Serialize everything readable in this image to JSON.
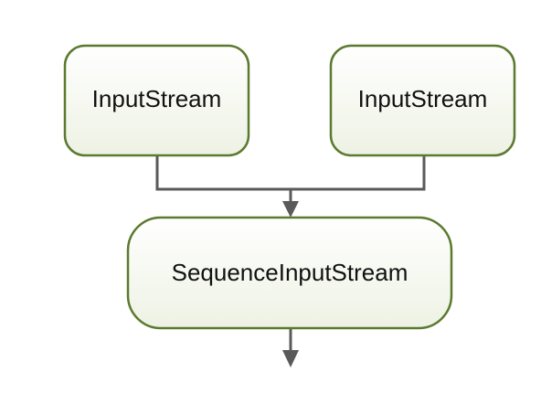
{
  "nodes": {
    "input_left": {
      "label": "InputStream"
    },
    "input_right": {
      "label": "InputStream"
    },
    "sequence": {
      "label": "SequenceInputStream"
    }
  },
  "colors": {
    "node_border": "#5b7a2f",
    "node_fill_top": "#ffffff",
    "node_fill_bottom": "#eef2e4",
    "connector": "#5a5a5a",
    "text": "#111111"
  }
}
